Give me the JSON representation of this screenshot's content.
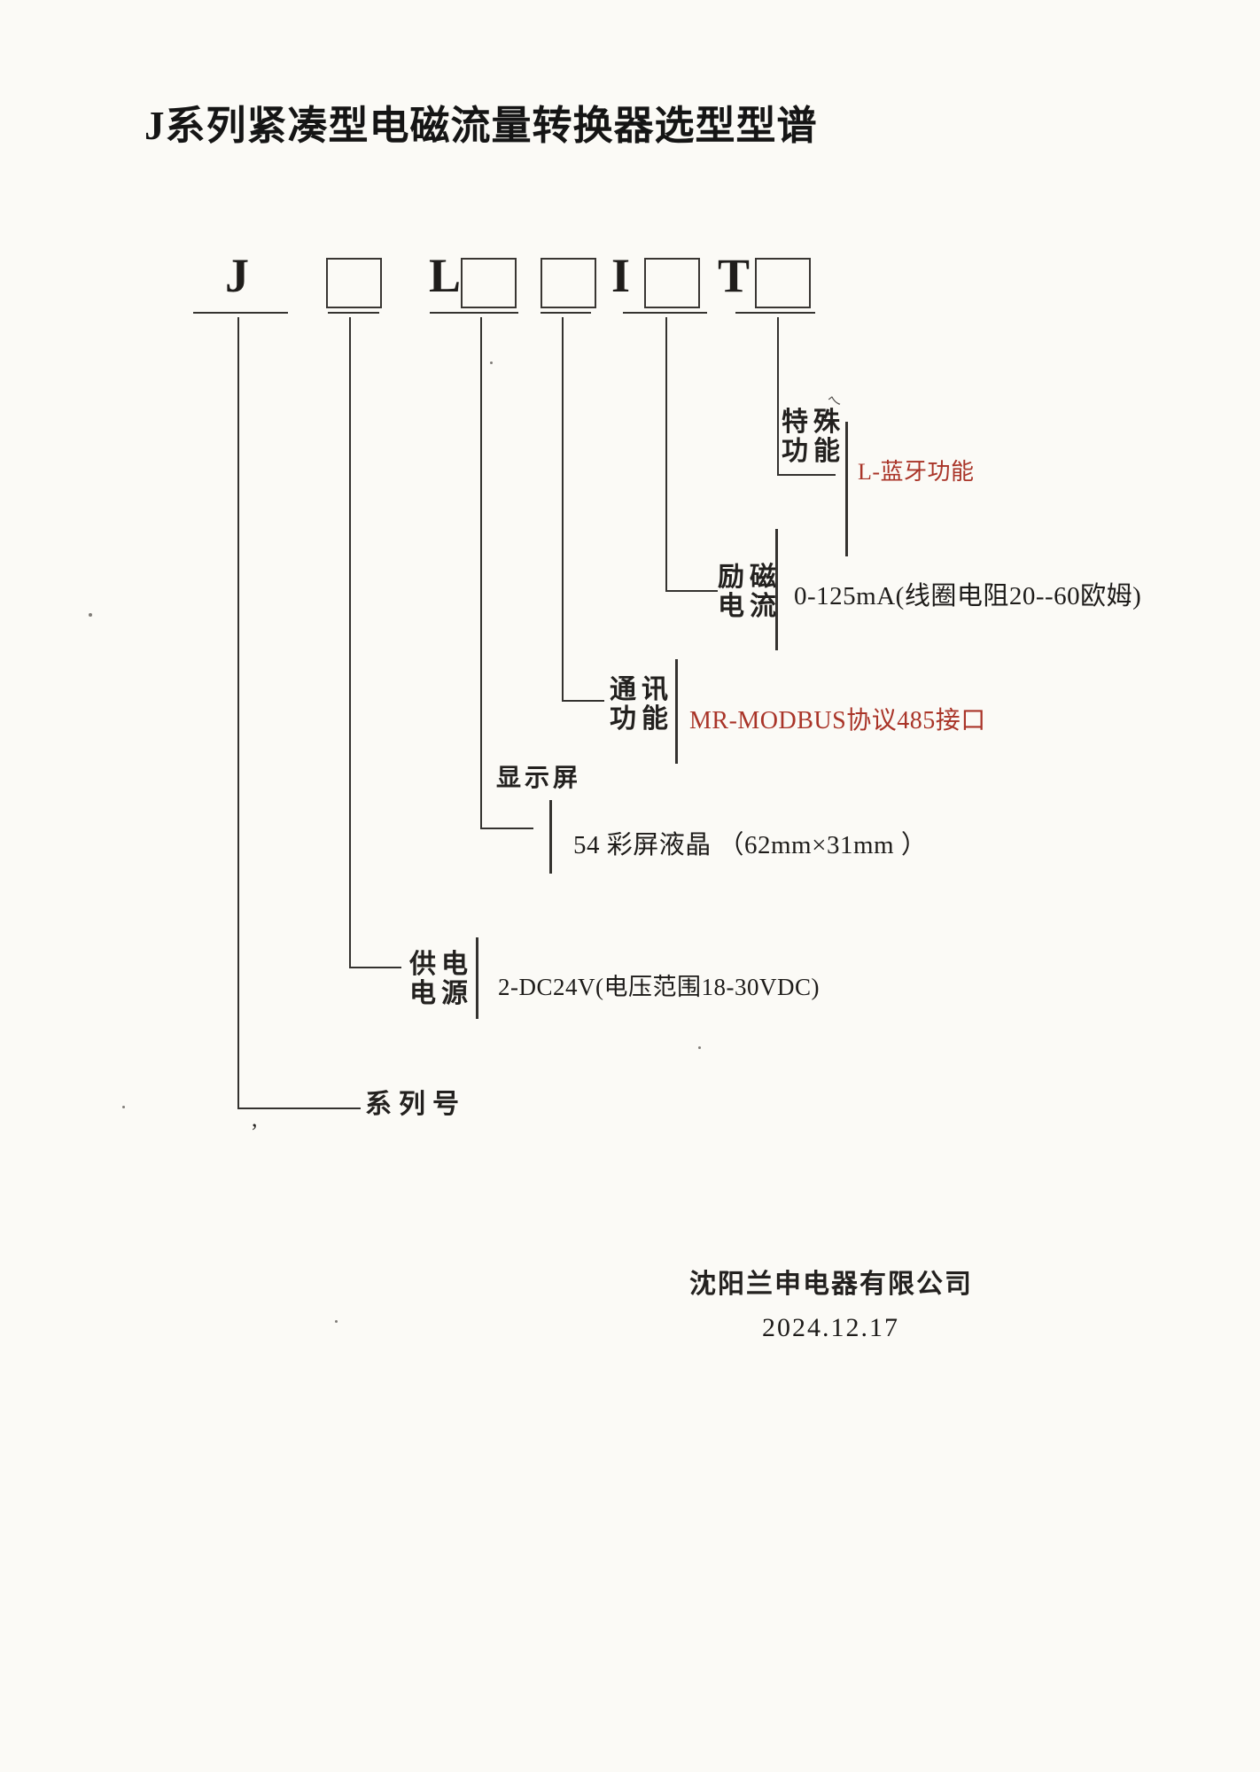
{
  "title": "J系列紧凑型电磁流量转换器选型型谱",
  "model_code": {
    "letters": [
      "J",
      "L",
      "I",
      "T"
    ],
    "box_count": 5
  },
  "branches": {
    "special": {
      "label_lines": [
        "特殊",
        "功能"
      ],
      "value": "L-蓝牙功能",
      "value_color": "#a93428"
    },
    "excitation": {
      "label_lines": [
        "励磁",
        "电流"
      ],
      "value": "0-125mA(线圈电阻20--60欧姆)",
      "value_color": "#1d1b19"
    },
    "communication": {
      "label_lines": [
        "通讯",
        "功能"
      ],
      "value": "MR-MODBUS协议485接口",
      "value_color": "#a93428"
    },
    "display": {
      "label_lines": [
        "显示屏"
      ],
      "value": "54 彩屏液晶 （62mm×31mm ）",
      "value_color": "#1d1b19"
    },
    "power": {
      "label_lines": [
        "供电",
        "电源"
      ],
      "value": "2-DC24V(电压范围18-30VDC)",
      "value_color": "#1d1b19"
    },
    "series": {
      "label_lines": [
        "系列号"
      ],
      "value": "",
      "value_color": ""
    }
  },
  "footer": {
    "company": "沈阳兰申电器有限公司",
    "date": "2024.12.17"
  },
  "colors": {
    "accent_red": "#a93428",
    "ink": "#1c1c1c",
    "paper": "#fbfaf6"
  },
  "artifacts": {
    "comma": ",",
    "squiggle": "ㄟ"
  }
}
